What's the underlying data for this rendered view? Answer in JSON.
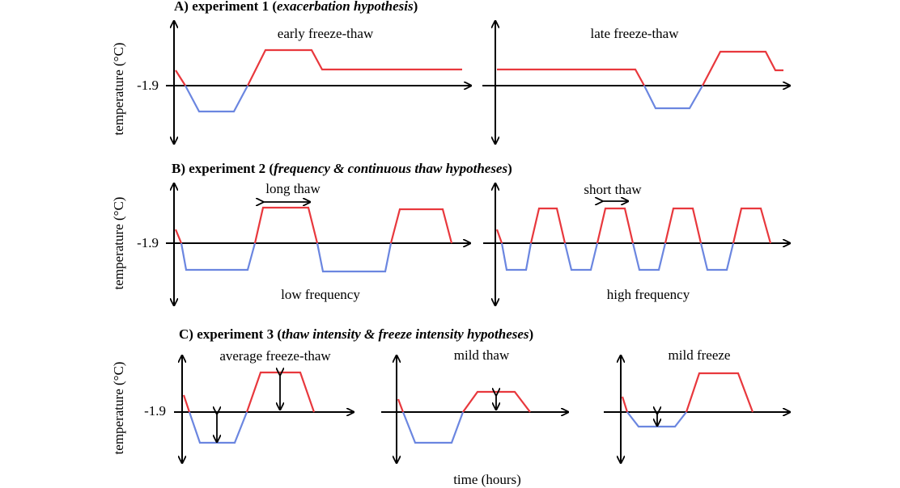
{
  "colors": {
    "above": "#e8383d",
    "below": "#6b86e0",
    "axis": "#000000"
  },
  "sections": [
    {
      "label": "A) experiment 1 (",
      "italic": "exacerbation hypothesis",
      "end": ")"
    },
    {
      "label": "B) experiment 2 (",
      "italic": "frequency & continuous thaw hypotheses",
      "end": ")"
    },
    {
      "label": "C) experiment 3 (",
      "italic": "thaw intensity & freeze intensity hypotheses",
      "end": ")"
    }
  ],
  "y_axis_label": "temperature (°C)",
  "threshold_label": "-1.9",
  "x_axis_label": "time (hours)",
  "panels": {
    "a1": {
      "title": "early freeze-thaw"
    },
    "a2": {
      "title": "late freeze-thaw"
    },
    "b1": {
      "title": "long thaw",
      "bottom": "low frequency"
    },
    "b2": {
      "title": "short thaw",
      "bottom": "high frequency"
    },
    "c1": {
      "title": "average freeze-thaw"
    },
    "c2": {
      "title": "mild thaw"
    },
    "c3": {
      "title": "mild freeze"
    }
  }
}
